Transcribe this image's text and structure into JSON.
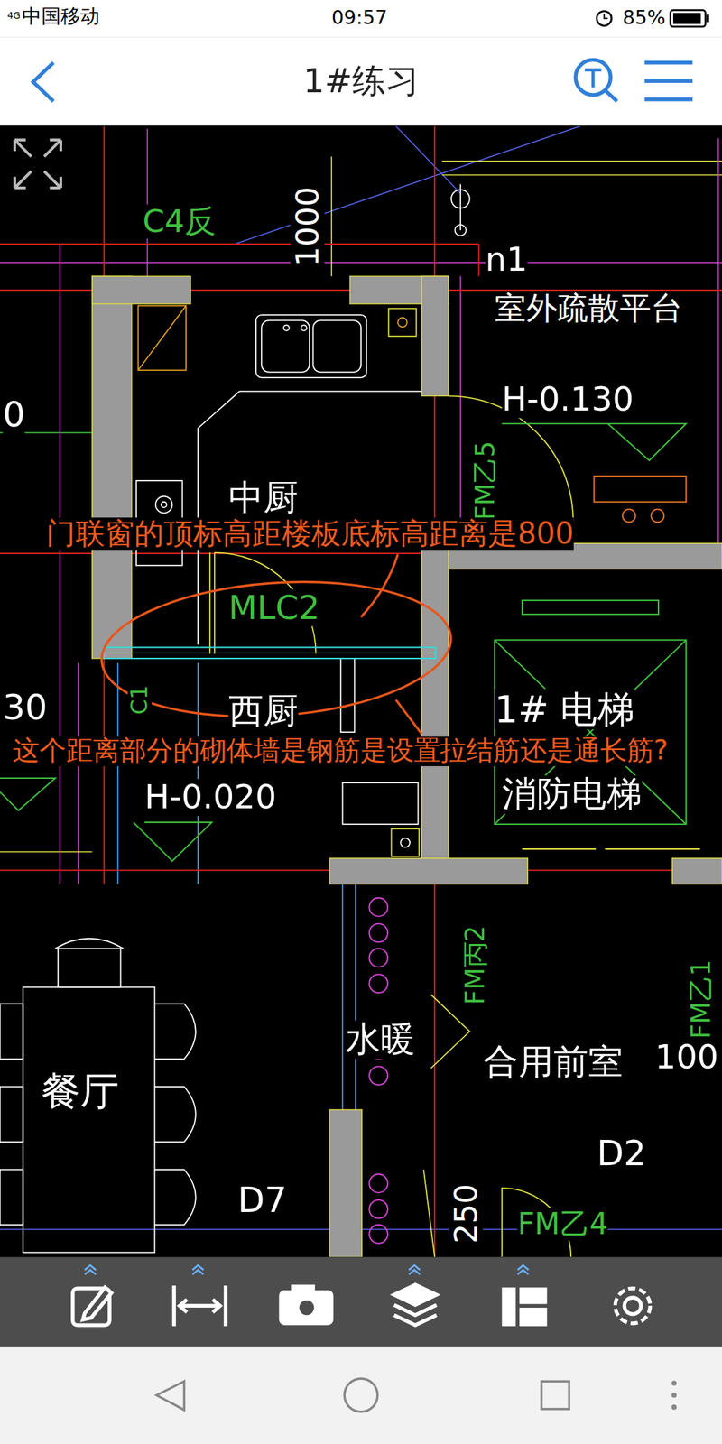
{
  "diagram": {
    "title": "1#练习",
    "labels": [
      "4G",
      "中国移动",
      "09:57",
      "85%",
      "C4反",
      "1000",
      "n1",
      "室外疏散平台",
      "H-0.130",
      "FM乙5",
      "中厨",
      "门联窗的顶标高距楼板底标高距离是800",
      "MLC2",
      "1# 电梯",
      "西厨",
      "这个距离部分的砌体墙是钢筋是设置拉结筋还是通长筋?",
      "消防电梯",
      "C1",
      "H-0.020",
      "0",
      "30",
      "FM丙2",
      "FM乙1",
      "100",
      "水暖",
      "合用前室",
      "餐厅",
      "D2",
      "D7",
      "250",
      "FM乙4"
    ]
  }
}
